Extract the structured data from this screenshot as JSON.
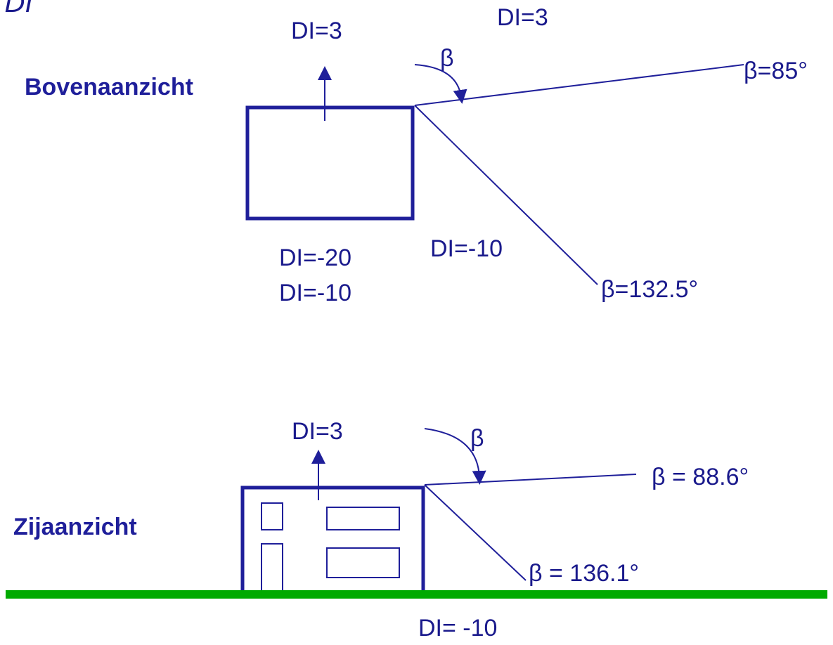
{
  "colors": {
    "ink": "#1f1f9a",
    "label": "#1a1a8c",
    "ground": "#00aa00"
  },
  "top_view": {
    "title": "Bovenaanzicht",
    "beta_symbol": "β",
    "labels": {
      "di_up_left": "DI=3",
      "di_up_right": "DI=3",
      "di_bottom_1": "DI=-20",
      "di_bottom_2": "DI=-10",
      "di_right": "DI=-10",
      "beta_line_1": "β=85°",
      "beta_line_2": "β=132.5°"
    }
  },
  "side_view": {
    "title": "Zijaanzicht",
    "beta_symbol": "β",
    "labels": {
      "di_up": "DI=3",
      "beta_line_1": "β = 88.6°",
      "beta_line_2": "β = 136.1°",
      "di_ground": "DI= -10"
    }
  },
  "header_fragment": "+ DI"
}
